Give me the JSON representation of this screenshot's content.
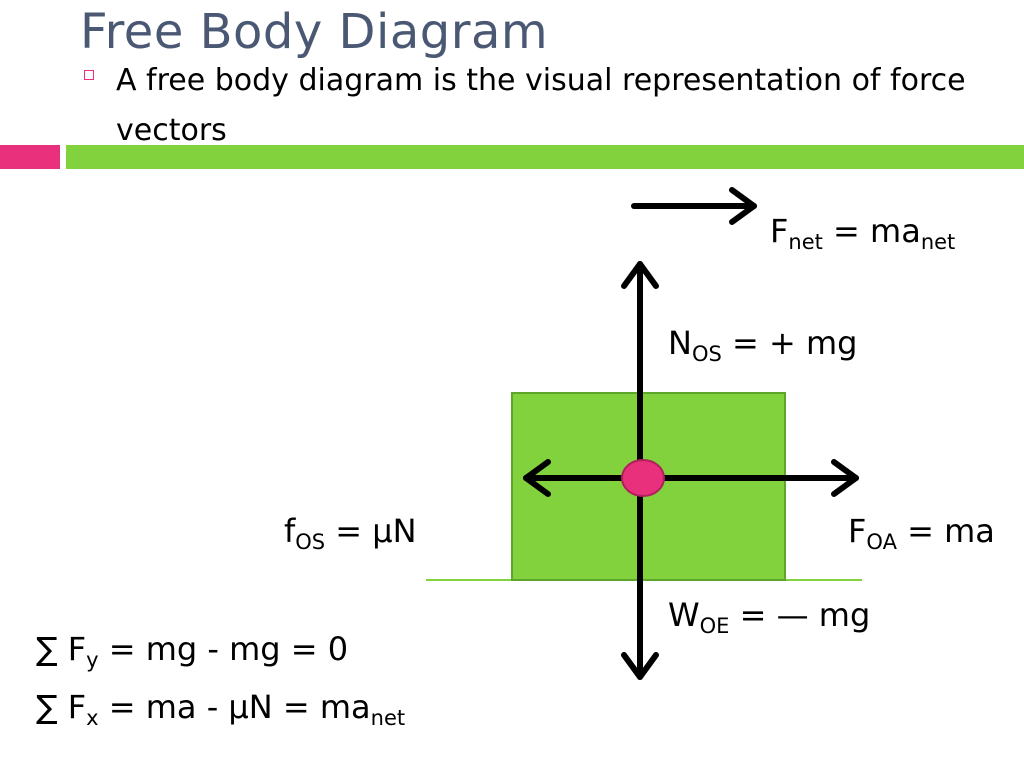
{
  "slide": {
    "title": "Free Body Diagram",
    "bullet": "A free body diagram is the visual representation of force vectors"
  },
  "colors": {
    "title": "#4a5874",
    "accent_pink": "#e8307c",
    "accent_green": "#82d23e",
    "block_fill": "#82d23e",
    "block_stroke": "#5da62a",
    "point": "#e8307c",
    "arrows": "#000000"
  },
  "labels": {
    "fnet": {
      "main": "F",
      "sub": "net",
      "rest": " = ma",
      "sub2": "net"
    },
    "nos": {
      "main": "N",
      "sub": "OS",
      "rest": " = + mg"
    },
    "fos": {
      "main": "f",
      "sub": "OS",
      "rest": " = μN"
    },
    "foa": {
      "main": "F",
      "sub": "OA",
      "rest": " = ma"
    },
    "woe": {
      "main": "W",
      "sub": "OE",
      "rest": " = — mg"
    }
  },
  "equations": {
    "sum_y": {
      "sigma": "∑",
      "main": " F",
      "sub": "y",
      "rest": " = mg - mg = 0"
    },
    "sum_x": {
      "sigma": "∑",
      "main": " F",
      "sub": "x",
      "rest": " = ma - μN = ma",
      "sub2": "net"
    }
  }
}
